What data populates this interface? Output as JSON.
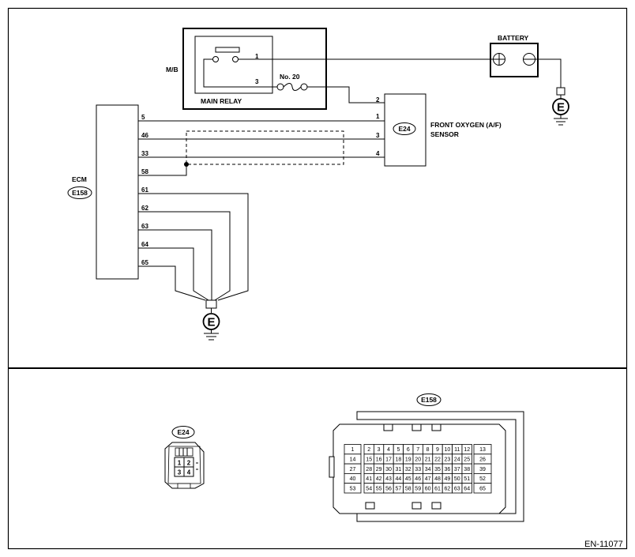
{
  "labels": {
    "mb": "M/B",
    "main_relay": "MAIN RELAY",
    "fuse": "No. 20",
    "battery": "BATTERY",
    "ecm": "ECM",
    "ecm_connector": "E158",
    "sensor_connector": "E24",
    "sensor_name_line1": "FRONT OXYGEN (A/F)",
    "sensor_name_line2": "SENSOR",
    "ground": "E",
    "footer_code": "EN-11077"
  },
  "relay_pins": [
    "1",
    "3"
  ],
  "sensor_pins": [
    "2",
    "1",
    "3",
    "4"
  ],
  "ecm_pins": [
    "5",
    "46",
    "33",
    "58",
    "61",
    "62",
    "63",
    "64",
    "65"
  ],
  "battery_symbols": [
    "⊕",
    "⊖"
  ],
  "e24_connector": {
    "title": "E24",
    "pins": [
      "1",
      "2",
      "3",
      "4"
    ]
  },
  "e158_connector": {
    "title": "E158",
    "left_column": [
      "1",
      "14",
      "27",
      "40",
      "53"
    ],
    "right_column": [
      "13",
      "26",
      "39",
      "52",
      "65"
    ],
    "grid": [
      [
        "2",
        "3",
        "4",
        "5",
        "6",
        "7",
        "8",
        "9",
        "10",
        "11",
        "12"
      ],
      [
        "15",
        "16",
        "17",
        "18",
        "19",
        "20",
        "21",
        "22",
        "23",
        "24",
        "25"
      ],
      [
        "28",
        "29",
        "30",
        "31",
        "32",
        "33",
        "34",
        "35",
        "36",
        "37",
        "38"
      ],
      [
        "41",
        "42",
        "43",
        "44",
        "45",
        "46",
        "47",
        "48",
        "49",
        "50",
        "51"
      ],
      [
        "54",
        "55",
        "56",
        "57",
        "58",
        "59",
        "60",
        "61",
        "62",
        "63",
        "64"
      ]
    ]
  }
}
